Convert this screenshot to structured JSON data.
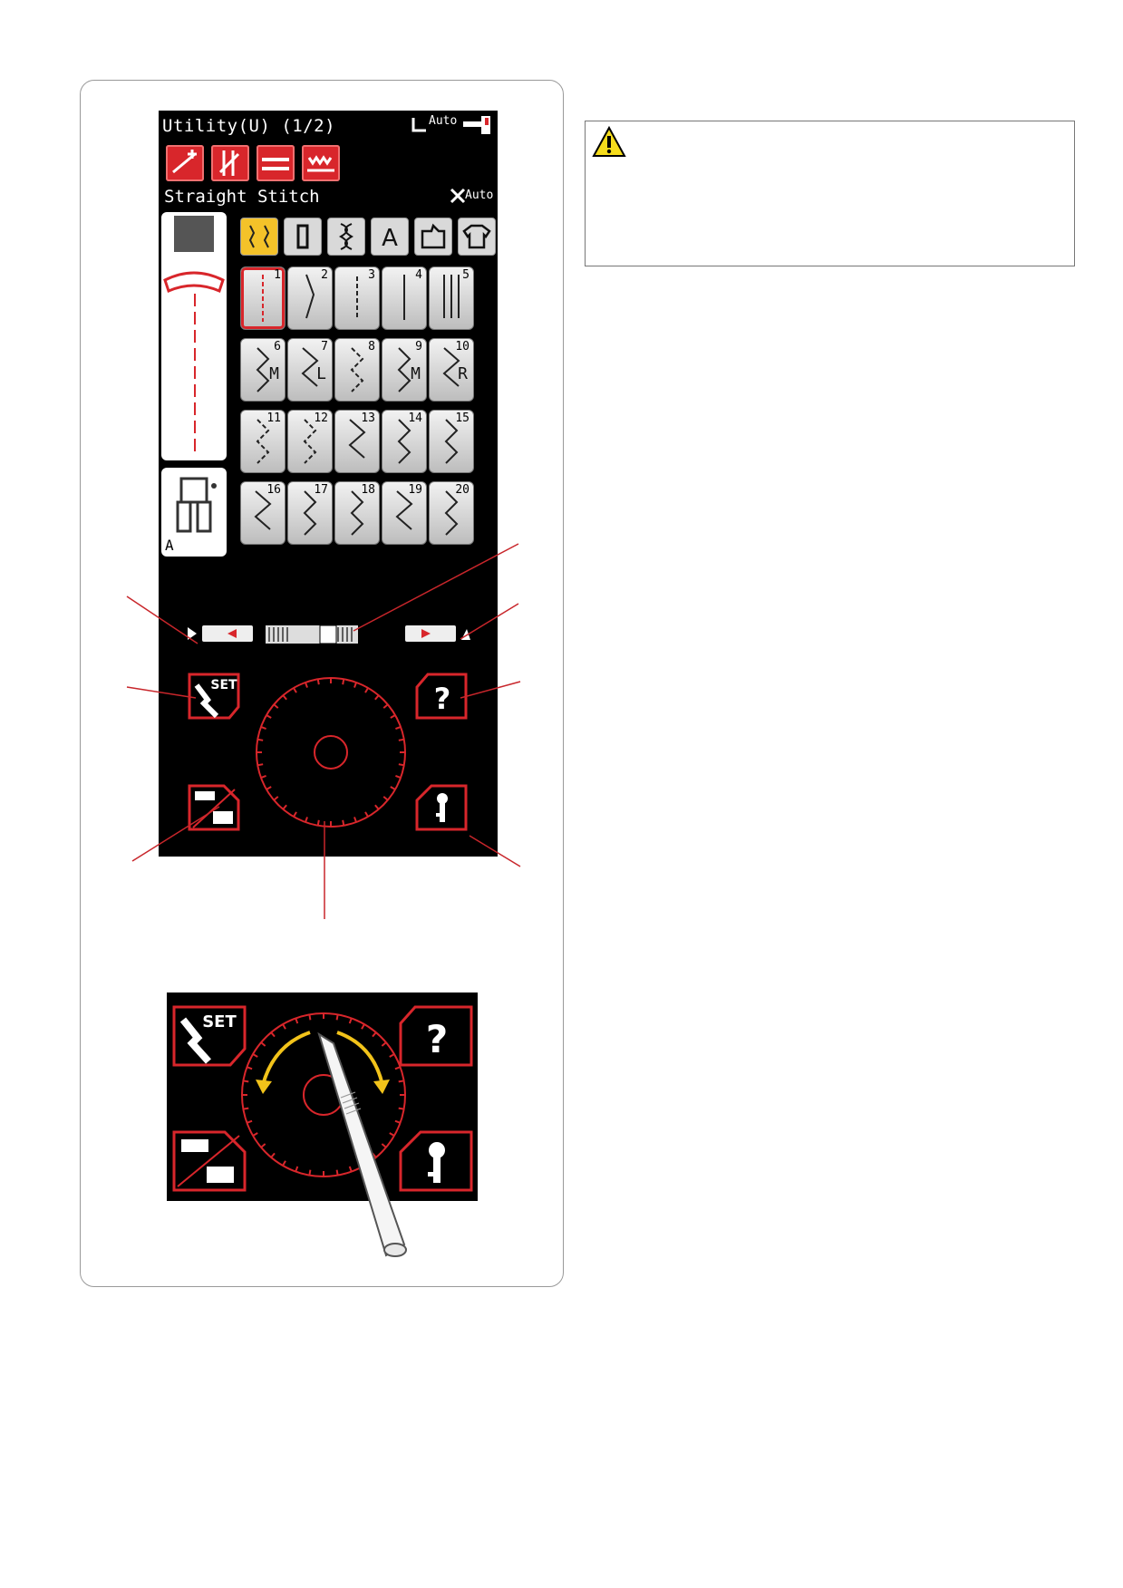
{
  "lcd": {
    "title": "Utility(U) (1/2)",
    "auto_foot": "Auto",
    "auto_thread": "Auto",
    "stitch_name": "Straight Stitch",
    "foot_letter": "A"
  },
  "patterns": [
    "1",
    "2",
    "3",
    "4",
    "5",
    "6",
    "7",
    "8",
    "9",
    "10",
    "11",
    "12",
    "13",
    "14",
    "15",
    "16",
    "17",
    "18",
    "19",
    "20"
  ],
  "pattern_letters": {
    "6": "M",
    "7": "L",
    "9": "M",
    "10": "R"
  },
  "buttons": {
    "set_label": "SET",
    "help_label": "?"
  },
  "icons": [
    "warning-icon",
    "set-wrench-icon",
    "help-icon",
    "lock-key-icon",
    "machine-swap-icon",
    "scroll-dial-icon",
    "stylus-icon",
    "presser-foot-icon"
  ],
  "colors": {
    "accent": "#d8262b",
    "lcd_bg": "#000000",
    "active_category": "#f4c229",
    "arrow": "#f2c31a"
  }
}
